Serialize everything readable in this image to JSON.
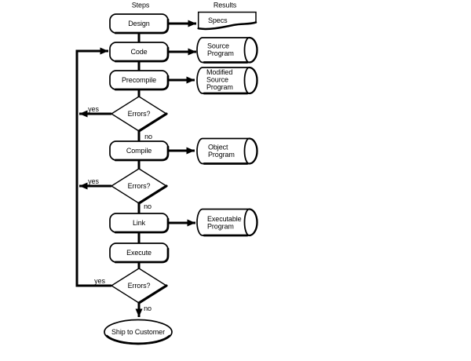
{
  "figure": {
    "background": "#ffffff",
    "ink": "#000000",
    "type": "flowchart"
  },
  "headers": {
    "steps": "Steps",
    "results": "Results"
  },
  "steps": {
    "design": "Design",
    "code": "Code",
    "precompile": "Precompile",
    "errors1": "Errors?",
    "compile": "Compile",
    "errors2": "Errors?",
    "link": "Link",
    "execute": "Execute",
    "errors3": "Errors?",
    "ship_to_customer": "Ship to Customer"
  },
  "results": {
    "specs": {
      "lines": [
        "Specs"
      ]
    },
    "source_program": {
      "lines": [
        "Source",
        "Program"
      ]
    },
    "modified_source_program": {
      "lines": [
        "Modified",
        "Source",
        "Program"
      ]
    },
    "object_program": {
      "lines": [
        "Object",
        "Program"
      ]
    },
    "executable_program": {
      "lines": [
        "Executable",
        "Program"
      ]
    }
  },
  "branches": {
    "yes1": "yes",
    "no1": "no",
    "yes2": "yes",
    "no2": "no",
    "yes3": "yes",
    "no3": "no"
  }
}
